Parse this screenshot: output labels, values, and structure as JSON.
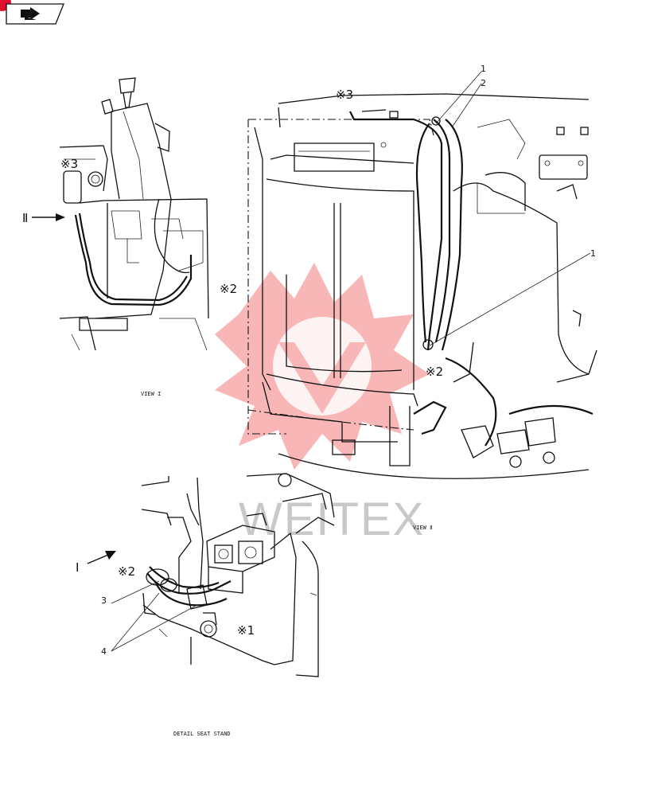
{
  "header": {
    "icon": "back-arrow-icon",
    "badge_color": "#e0102a"
  },
  "watermark": {
    "text": "WEITEX",
    "color": "#f06a6a"
  },
  "views": {
    "view1": {
      "label": "VIEW I"
    },
    "view2": {
      "label": "VIEW Ⅱ"
    },
    "detail": {
      "label": "DETAIL SEAT STAND"
    }
  },
  "markers": {
    "x1": "※1",
    "x2": "※2",
    "x3": "※3",
    "roman1": "I",
    "roman2": "Ⅱ"
  },
  "callouts": {
    "c1": "1",
    "c2": "2",
    "c3": "3",
    "c4": "4"
  }
}
